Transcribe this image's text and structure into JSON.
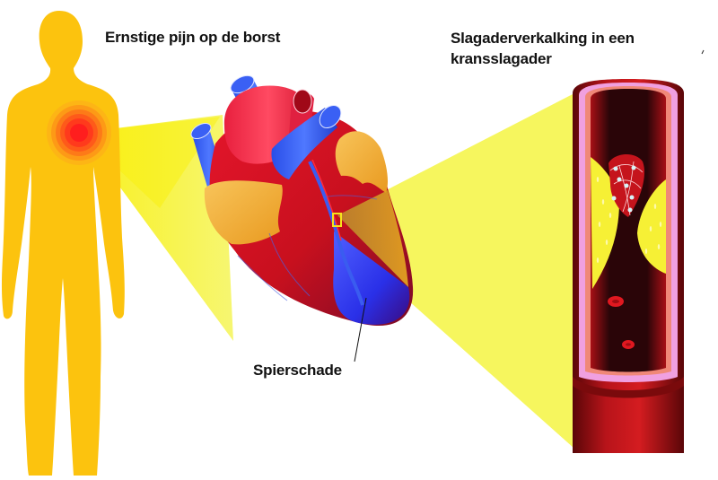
{
  "labels": {
    "chest_pain": "Ernstige pijn op de borst",
    "artery_title": "Slagaderverkalking in een kransslagader",
    "muscle_damage": "Spierschade"
  },
  "colors": {
    "body": "#fcc30e",
    "pain_center": "#ff1e1e",
    "beam": "#f6f65e",
    "beam_strong": "#f7ee1a",
    "heart_red": "#d4102a",
    "heart_blue": "#2b5bf0",
    "heart_fat": "#f4b43a",
    "artery_wall": "#8a0f10",
    "artery_intima": "#f0a0e0",
    "artery_lumen": "#2a0508",
    "plaque": "#f6f035",
    "clot": "#c5141c",
    "platelet": "#d8f4f8",
    "highlight_box": "#f5e21c"
  },
  "figure": {
    "human_silhouette": "human-body",
    "heart_illustration": "heart",
    "artery_cross_section": "coronary-artery"
  }
}
